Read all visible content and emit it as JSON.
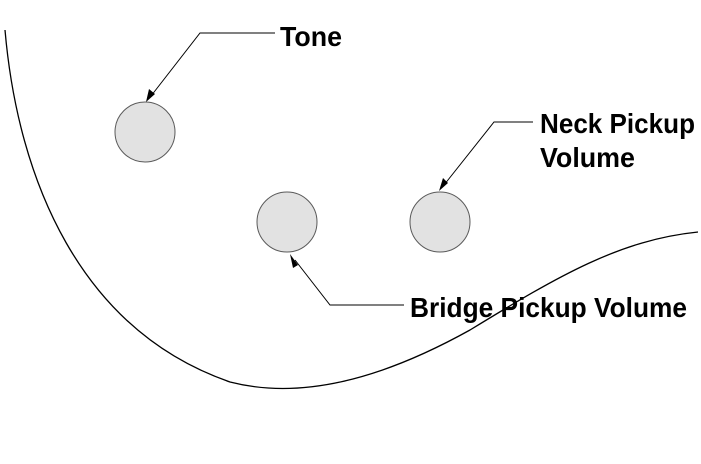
{
  "labels": {
    "tone": "Tone",
    "neck_pickup_volume_line1": "Neck Pickup",
    "neck_pickup_volume_line2": "Volume",
    "bridge_pickup_volume": "Bridge Pickup Volume"
  }
}
